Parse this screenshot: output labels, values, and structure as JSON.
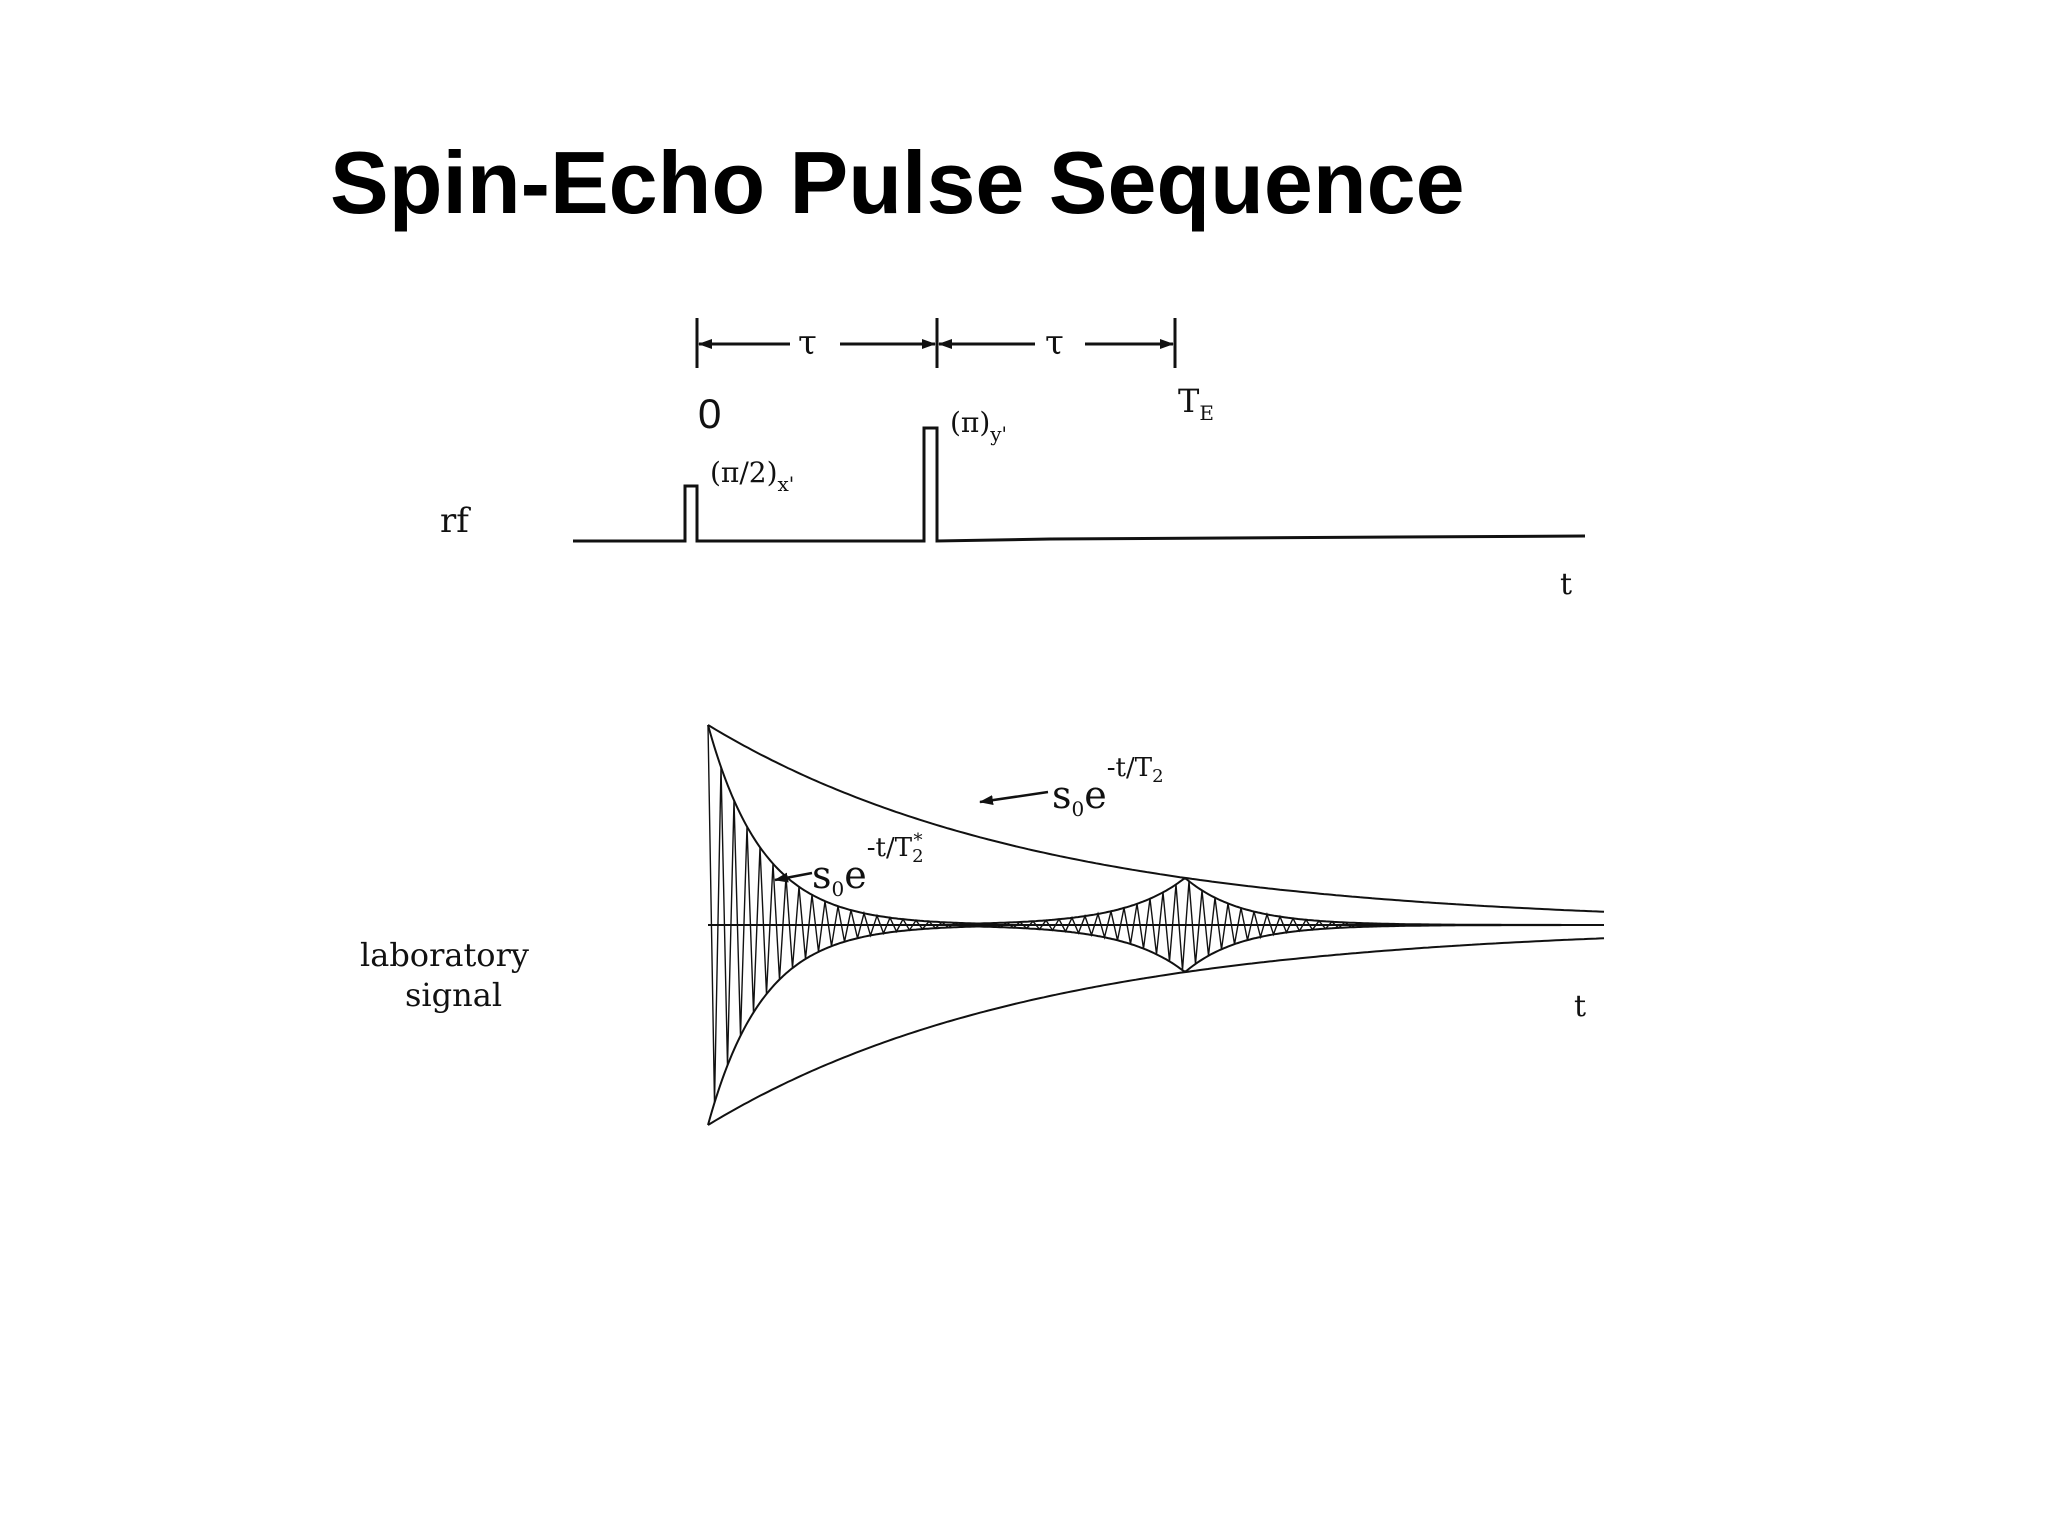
{
  "title": "Spin-Echo Pulse Sequence",
  "timing": {
    "tau_label_1": "τ",
    "tau_label_2": "τ",
    "zero_label": "0",
    "te_main": "T",
    "te_sub": "E"
  },
  "rf": {
    "row_label": "rf",
    "pulse1_main": "(π/2)",
    "pulse1_sub": "x'",
    "pulse2_main": "(π)",
    "pulse2_sub": "y'",
    "axis_label": "t"
  },
  "signal": {
    "row_label_line1": "laboratory",
    "row_label_line2": "signal",
    "axis_label": "t",
    "t2_label_base": "s",
    "t2_label_sub": "0",
    "t2_label_e": "e",
    "t2_label_exp": "-t/T",
    "t2_label_exp_sub": "2",
    "t2star_label_base": "s",
    "t2star_label_sub": "0",
    "t2star_label_e": "e",
    "t2star_label_exp": "-t/T",
    "t2star_label_exp_sub": "2",
    "t2star_label_star": "*"
  },
  "colors": {
    "ink": "#111111",
    "background": "#ffffff"
  }
}
